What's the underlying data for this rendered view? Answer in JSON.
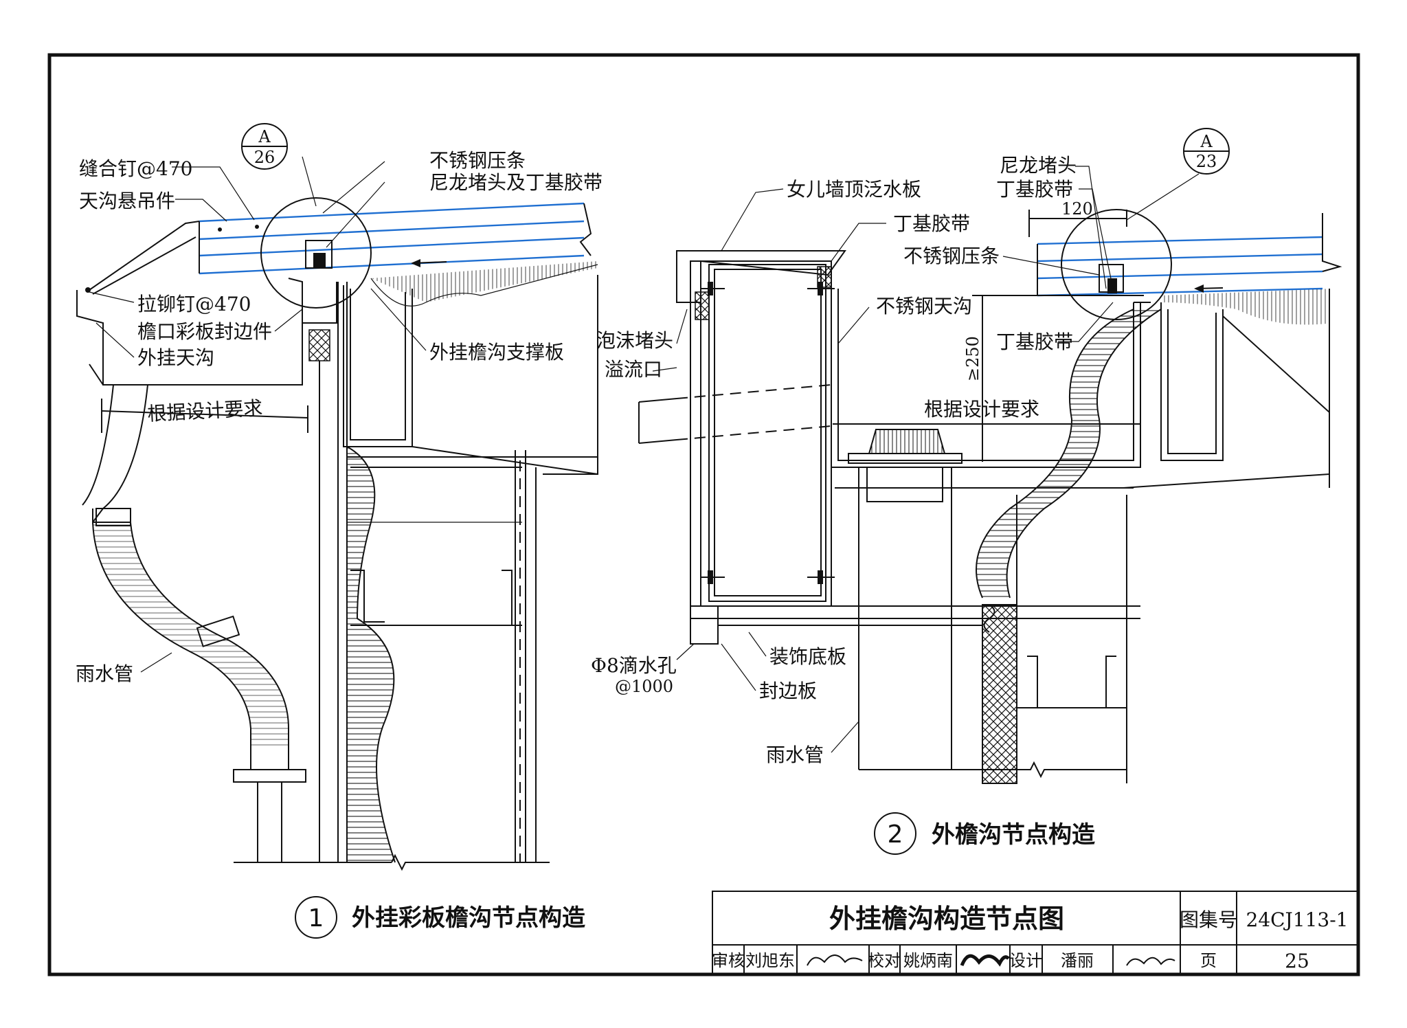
{
  "detail1": {
    "ref": {
      "top": "A",
      "bottom": "26"
    },
    "labels": {
      "seam_nail": "缝合钉@470",
      "gutter_hanger": "天沟悬吊件",
      "ss_strip": "不锈钢压条",
      "nylon_plug_tape": "尼龙堵头及丁基胶带",
      "rivet": "拉铆钉@470",
      "eave_trim": "檐口彩板封边件",
      "ext_gutter": "外挂天沟",
      "support_plate": "外挂檐沟支撑板",
      "per_design": "根据设计要求",
      "downpipe": "雨水管"
    },
    "caption_num": "1",
    "caption": "外挂彩板檐沟节点构造"
  },
  "detail2": {
    "ref": {
      "top": "A",
      "bottom": "23"
    },
    "labels": {
      "parapet_flashing": "女儿墙顶泛水板",
      "butyl_tape_1": "丁基胶带",
      "nylon_plug": "尼龙堵头",
      "butyl_tape_2": "丁基胶带",
      "dim_120": "120",
      "ss_strip": "不锈钢压条",
      "foam_plug": "泡沫堵头",
      "ss_gutter": "不锈钢天沟",
      "overflow": "溢流口",
      "dim_250": "≥250",
      "butyl_tape_3": "丁基胶带",
      "per_design": "根据设计要求",
      "deco_plate": "装饰底板",
      "drip_hole": "Φ8滴水孔",
      "drip_spacing": "@1000",
      "edge_plate": "封边板",
      "downpipe": "雨水管"
    },
    "caption_num": "2",
    "caption": "外檐沟节点构造"
  },
  "title_block": {
    "title": "外挂檐沟构造节点图",
    "atlas_label": "图集号",
    "atlas_no": "24CJ113-1",
    "review_label": "审核",
    "reviewer": "刘旭东",
    "check_label": "校对",
    "checker": "姚炳南",
    "design_label": "设计",
    "designer": "潘丽",
    "page_label": "页",
    "page_no": "25"
  },
  "colors": {
    "line": "#111111",
    "roof_panel": "#1f6fd1",
    "background": "#ffffff"
  }
}
